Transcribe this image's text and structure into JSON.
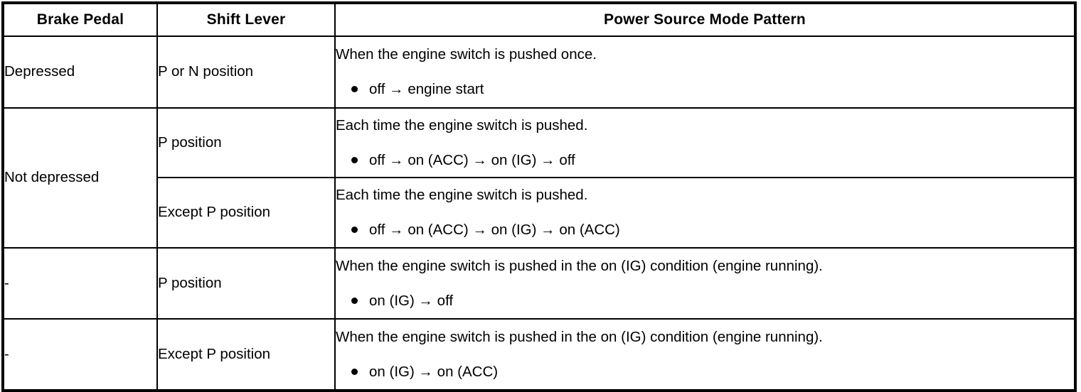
{
  "table": {
    "headers": [
      {
        "label": "Brake Pedal"
      },
      {
        "label": "Shift Lever"
      },
      {
        "label": "Power Source Mode Pattern"
      }
    ],
    "rows": [
      {
        "brake_pedal": "Depressed",
        "shift_lever": "P or N position",
        "pattern_intro": "When the engine switch is pushed once.",
        "pattern_bullet": "off → engine start"
      },
      {
        "brake_pedal": "Not depressed",
        "shift_lever": "P position",
        "pattern_intro": "Each time the engine switch is pushed.",
        "pattern_bullet": "off → on (ACC) → on (IG) → off"
      },
      {
        "brake_pedal": "",
        "shift_lever": "Except P position",
        "pattern_intro": "Each time the engine switch is pushed.",
        "pattern_bullet": "off → on (ACC) → on (IG) → on (ACC)"
      },
      {
        "brake_pedal": "-",
        "shift_lever": "P position",
        "pattern_intro": "When the engine switch is pushed in the on (IG) condition (engine running).",
        "pattern_bullet": "on (IG) → off"
      },
      {
        "brake_pedal": "-",
        "shift_lever": "Except P position",
        "pattern_intro": "When the engine switch is pushed in the on (IG) condition (engine running).",
        "pattern_bullet": "on (IG) → on (ACC)"
      }
    ]
  },
  "icons": {
    "bullet": "filled-circle-bullet"
  },
  "colors": {
    "border": "#000000",
    "text": "#000000",
    "background": "#ffffff"
  }
}
